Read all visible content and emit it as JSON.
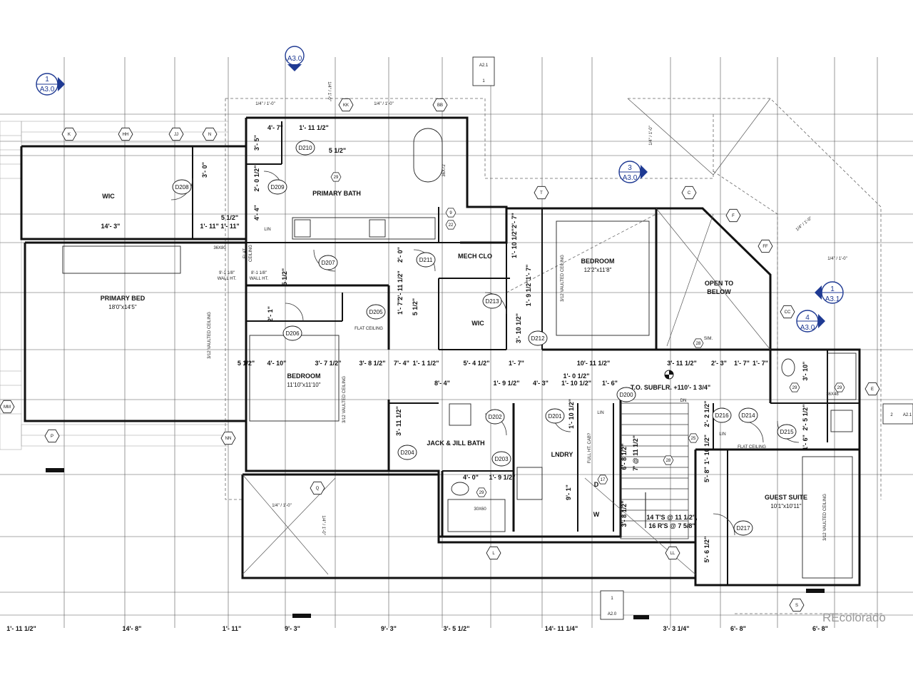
{
  "rooms": {
    "wic": "WIC",
    "primary_bath": "PRIMARY BATH",
    "primary_bed": "PRIMARY BED",
    "primary_bed_size": "18'0\"x14'5\"",
    "mech_clo": "MECH CLO",
    "wic2": "WIC",
    "bedroom1": "BEDROOM",
    "bedroom1_size": "12'2\"x11'8\"",
    "open_below_1": "OPEN TO",
    "open_below_2": "BELOW",
    "bedroom2": "BEDROOM",
    "bedroom2_size": "11'10\"x11'10\"",
    "jack_jill": "JACK & JILL BATH",
    "lndry": "LNDRY",
    "guest_suite": "GUEST SUITE",
    "guest_suite_size": "10'1\"x10'11\""
  },
  "doors": [
    "D208",
    "D210",
    "D209",
    "D207",
    "D211",
    "D213",
    "D212",
    "D205",
    "D206",
    "D202",
    "D201",
    "D200",
    "D216",
    "D214",
    "D215",
    "D204",
    "D203",
    "D217"
  ],
  "dims": {
    "d_4_7": "4'- 7\"",
    "d_1_11_half": "1'- 11 1/2\"",
    "d_3_5": "3'- 5\"",
    "d_5_half": "5 1/2\"",
    "d_3_0": "3'- 0\"",
    "d_2_0_half": "2'- 0 1/2\"",
    "d_4_4": "4'- 4\"",
    "d_14_3": "14'- 3\"",
    "d_5half_b": "5 1/2\"",
    "d_1_11_pair": "1'- 11\"  1'- 11\"",
    "d_1_10half_2_7": "1'- 10 1/2\"2'- 7\"",
    "d_1_9half_1_7": "1'- 9 1/2\"1'- 7\"",
    "d_2_0": "2'- 0\"",
    "d_2_11half": "2'- 11 1/2\"",
    "d_1_7": "1'- 7\"",
    "d_5half_c": "5 1/2\"",
    "d_3_10half": "3'- 10 1/2\"",
    "d_2_1": "2'- 1\"",
    "d_5half_d": "5 1/2\"",
    "d_5half_e": "5 1/2\"",
    "d_4_10": "4'- 10\"",
    "d_3_7half": "3'- 7 1/2\"",
    "d_3_8half": "3'- 8 1/2\"",
    "d_7_4": "7'- 4\"",
    "d_1_1half": "1'- 1 1/2\"",
    "d_5_4half": "5'- 4 1/2\"",
    "d_1_7b": "1'- 7\"",
    "d_10_11half": "10'- 11 1/2\"",
    "d_3_11half": "3'- 11 1/2\"",
    "d_2_3": "2'- 3\"",
    "d_1_7c": "1'- 7\"",
    "d_1_7d": "1'- 7\"",
    "d_8_4": "8'- 4\"",
    "d_1_9half": "1'- 9 1/2\"",
    "d_4_3": "4'- 3\"",
    "d_1_0half": "1'- 0 1/2\"",
    "d_1_10half": "1'- 10 1/2\"",
    "d_1_6": "1'- 6\"",
    "subflr": "T.O. SUBFLR. +110'- 1 3/4\"",
    "d_3_10": "3'- 10\"",
    "d_3_11half_v": "3'- 11 1/2\"",
    "d_1_10half_v": "1'- 10 1/2\"",
    "d_4_0": "4'- 0\"",
    "d_1_9half_b": "1'- 9 1/2\"",
    "d_9_1": "9'- 1\"",
    "d_6_8half": "6'- 8 1/2\"",
    "d_7_11half": "7' @ 11 1/2\"",
    "d_3_8half_v": "3'- 8 1/2\"",
    "d_2_2half": "2'- 2 1/2\"",
    "d_1_10half_g": "1'- 10 1/2\"",
    "d_5_8": "5'- 8\"",
    "d_5_6half": "5'- 6 1/2\"",
    "d_2_5half": "2'- 5 1/2\"",
    "d_1_6b": "1'- 6\"",
    "stairs_note_1": "14 T'S @ 11 1/2\",",
    "stairs_note_2": "16 R'S @ 7 5/8\""
  },
  "notes": {
    "scale": "1/4\" / 1'-0\"",
    "flat_ceiling": "FLAT CEILING",
    "flat": "FLAT",
    "ceiling": "CEILING",
    "vaulted": "3/12 VAULTED CEILING",
    "wall_ht_a1": "9'-1 1/8\"",
    "wall_ht_a2": "WALL HT.",
    "wall_ht_b1": "8'-1 1/8\"",
    "wall_ht_b2": "WALL HT.",
    "lin": "LIN",
    "sim": "SIM.",
    "dn": "DN",
    "d_label": "D",
    "w_label": "W",
    "full_cab": "FULL HT. CAB?",
    "tub": "36X72",
    "shower": "36X48",
    "bath": "30X60",
    "door36": "36X80",
    "bottom_dims": [
      "1'- 11 1/2\"",
      "14'- 8\"",
      "1'- 11\"",
      "9'- 3\"",
      "9'- 3\"",
      "3'- 5 1/2\"",
      "14'- 11 1/4\"",
      "3'- 3 1/4\"",
      "6'- 8\"",
      "6'- 8\""
    ]
  },
  "grid_tags": [
    "K",
    "HH",
    "JJ",
    "N",
    "KK",
    "BB",
    "T",
    "C",
    "F",
    "FF",
    "CC",
    "MM",
    "P",
    "NN",
    "Q",
    "L",
    "LL",
    "S",
    "E"
  ],
  "keynotes": [
    "29",
    "9",
    "22",
    "29",
    "28",
    "29",
    "25",
    "28",
    "17",
    "29"
  ],
  "sections": {
    "a1": {
      "num": "1",
      "sheet": "A3.0"
    },
    "a_top": {
      "sheet": "A3.0"
    },
    "a2_1": {
      "num": "1",
      "sheet": "A2.1"
    },
    "a3": {
      "num": "3",
      "sheet": "A3.0"
    },
    "a4": {
      "num": "1",
      "sheet": "A3.1"
    },
    "a5": {
      "num": "4",
      "sheet": "A3.0"
    },
    "a2_right": {
      "num": "2",
      "sheet": "A2.1"
    },
    "a2_bottom": {
      "num": "1",
      "sheet": "A2.0"
    }
  },
  "watermark": "REcolorado"
}
